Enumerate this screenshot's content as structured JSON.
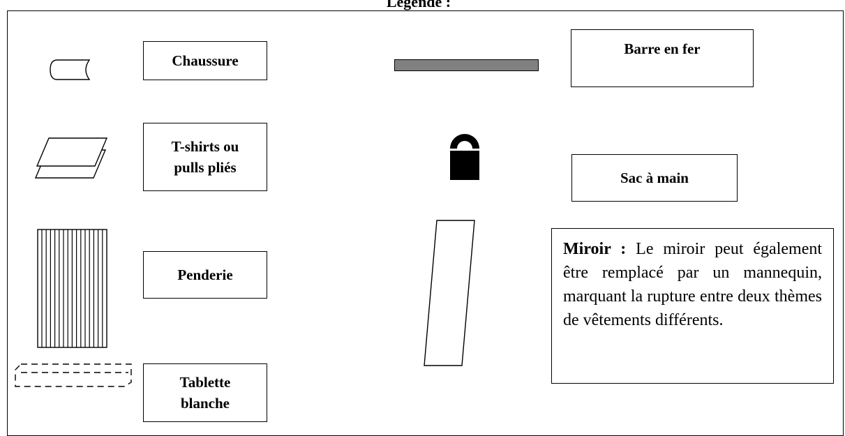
{
  "title": "Légende :",
  "items": {
    "chaussure": "Chaussure",
    "tshirts_line1": "T-shirts ou",
    "tshirts_line2": "pulls pliés",
    "penderie": "Penderie",
    "tablette_line1": "Tablette",
    "tablette_line2": "blanche",
    "barre": "Barre en fer",
    "sac": "Sac à main"
  },
  "miroir": {
    "heading": "Miroir :",
    "text": "Le miroir peut également être remplacé par un mannequin, marquant la rupture entre deux thèmes de vêtements différents."
  },
  "colors": {
    "bar_fill": "#808080",
    "ink": "#000000"
  },
  "icons": [
    "shoe-icon",
    "folded-shirts-icon",
    "hanging-rack-icon",
    "shelf-icon",
    "iron-bar-icon",
    "handbag-icon",
    "mirror-icon"
  ]
}
